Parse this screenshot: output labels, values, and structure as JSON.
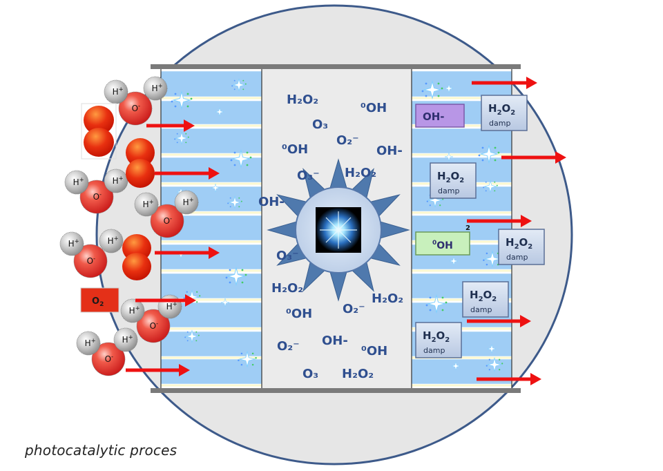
{
  "caption": "photocatalytic proces",
  "colors": {
    "circle_fill": "#e8e8e8",
    "circle_stroke": "#3d5a8a",
    "layer_fill": "#9fcdf5",
    "layer_line": "#fbf8d0",
    "frame": "#777777",
    "arrow": "#ee1111",
    "molecule_red": "#e03030",
    "molecule_grey": "#a8a8a8",
    "species_text": "#2f4f8f",
    "box_fill": "#c9d6ea",
    "box_stroke": "#5a6f96",
    "oh_box_fill": "#b896e6",
    "ooh_box_fill": "#c8f0bc",
    "o2_box_fill": "#e43018",
    "star_fill": "#4f79ad"
  },
  "labels": {
    "h_plus": "H",
    "plus_sign": "+",
    "o_minus": "O",
    "minus_sign": "-",
    "o2_box": "O",
    "o2_sub": "2",
    "oh_box": "OH-",
    "ooh_sup": "0",
    "ooh_text": "OH",
    "ooh_marker": "2",
    "h2o2_h": "H",
    "h2o2_o": "O",
    "h2o2_sub": "2",
    "damp": "damp"
  },
  "center_species": {
    "h2o2": "H₂O₂",
    "ooh": "⁰OH",
    "o3": "O₃",
    "o2minus": "O₂⁻",
    "o3minus": "O₃⁻",
    "ohminus": "OH-"
  }
}
